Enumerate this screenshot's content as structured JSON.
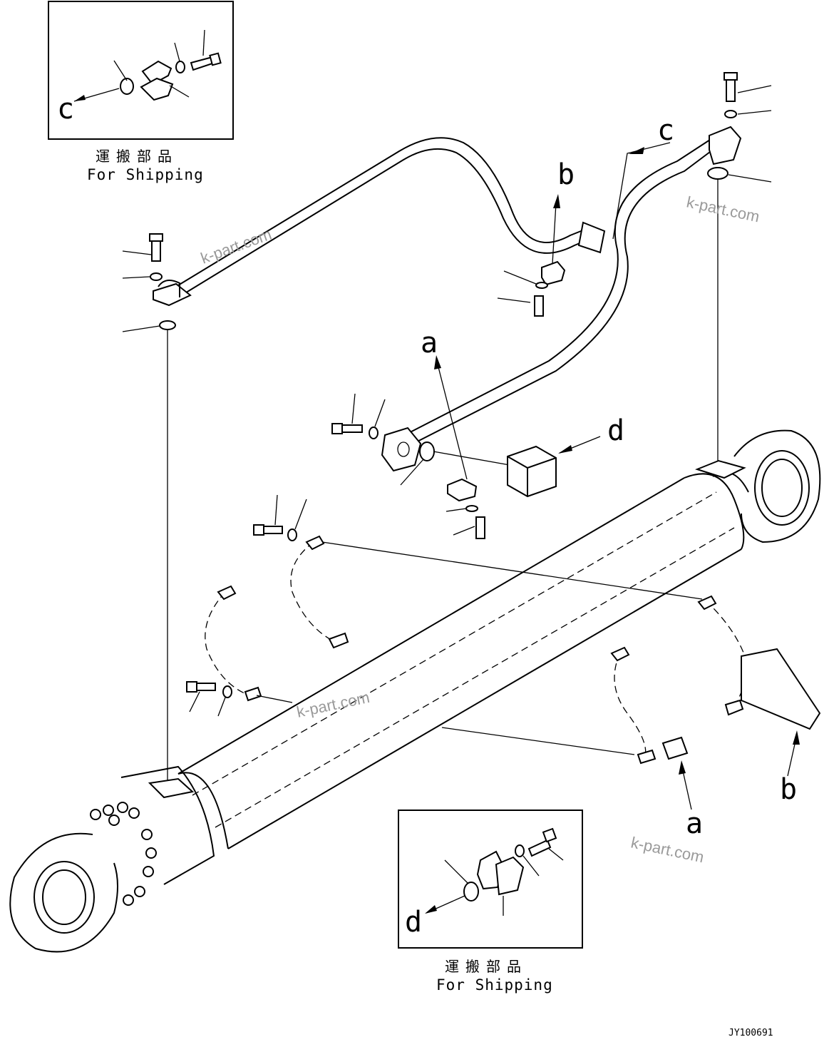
{
  "diagram": {
    "inset_top": {
      "caption_jp": "運搬部品",
      "caption_en": "For Shipping",
      "ref_letter": "c"
    },
    "inset_bottom": {
      "caption_jp": "運搬部品",
      "caption_en": "For Shipping",
      "ref_letter": "d"
    },
    "ref_labels": {
      "a_upper": "a",
      "a_lower": "a",
      "b_upper": "b",
      "b_lower": "b",
      "c_pipe": "c",
      "d_block": "d"
    },
    "watermarks": [
      "k-part.com",
      "k-part.com",
      "k-part.com",
      "k-part.com"
    ],
    "drawing_code": "JY100691"
  }
}
